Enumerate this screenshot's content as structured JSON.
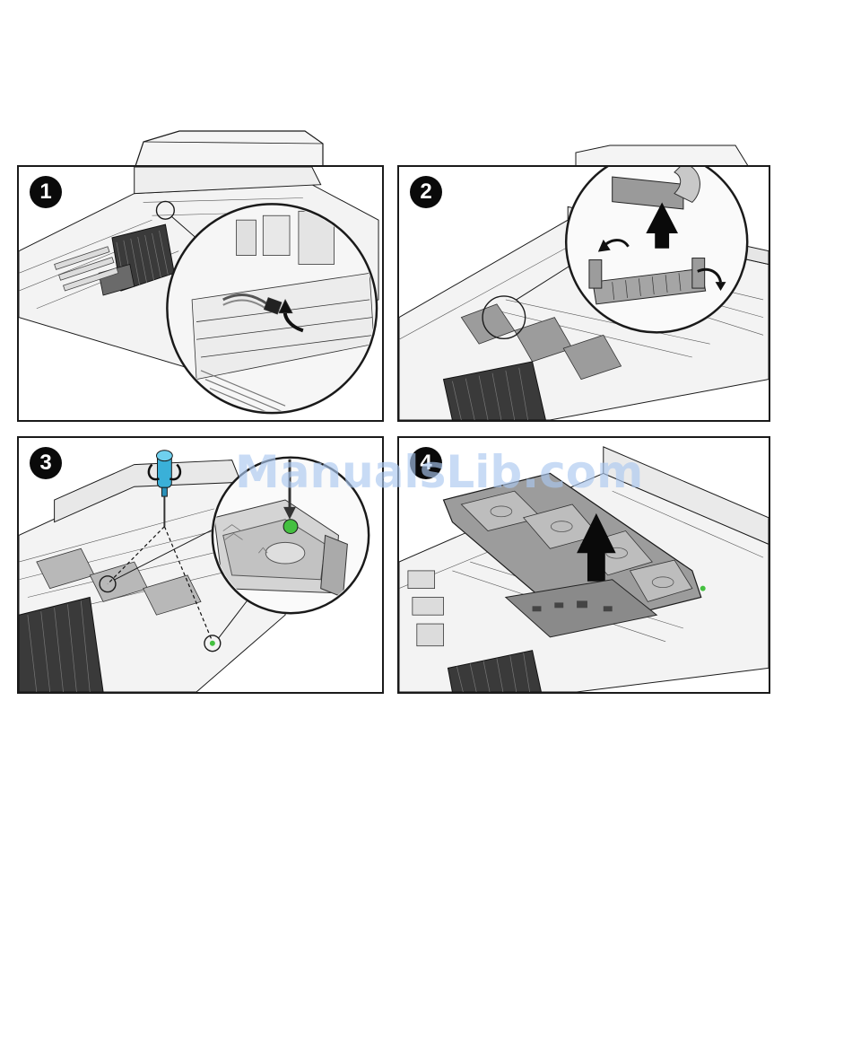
{
  "steps": [
    {
      "number": "1"
    },
    {
      "number": "2"
    },
    {
      "number": "3"
    },
    {
      "number": "4"
    }
  ],
  "watermark": "ManualsLib.com",
  "colors": {
    "outline": "#1a1a1a",
    "heatsink": "#3a3a3a",
    "chassis_fill": "#f2f2f2",
    "part_gray": "#9c9c9c",
    "screwdriver_blue": "#3ab0d8",
    "screw_green": "#44c040",
    "arrow_black": "#0a0a0a",
    "watermark": "#aac8f0"
  }
}
